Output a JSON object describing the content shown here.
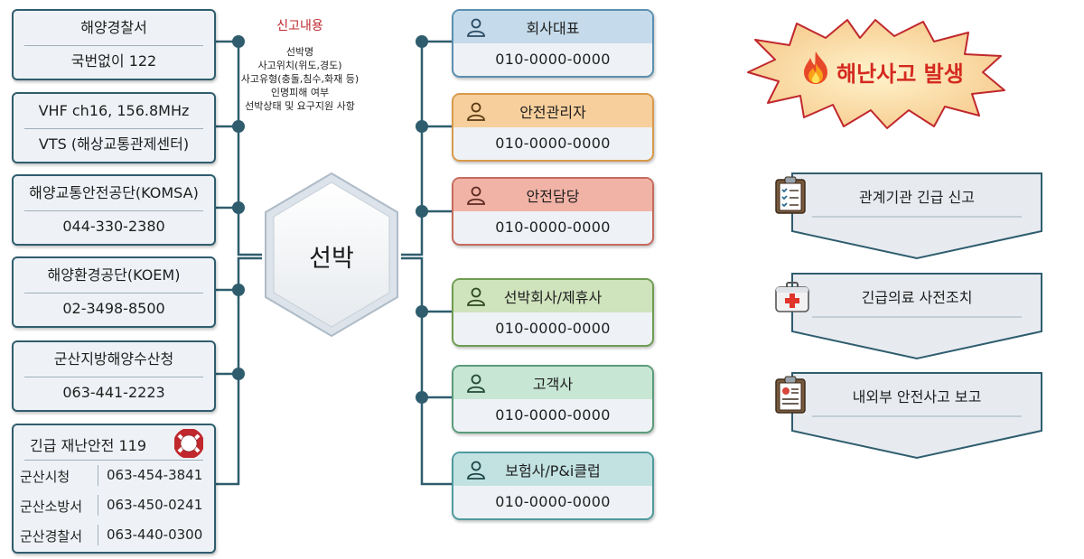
{
  "left_contacts": [
    {
      "name": "해양경찰서",
      "value": "국번없이 122"
    },
    {
      "name": "VHF ch16, 156.8MHz",
      "value": "VTS (해상교통관제센터)"
    },
    {
      "name": "해양교통안전공단(KOMSA)",
      "value": "044-330-2380"
    },
    {
      "name": "해양환경공단(KOEM)",
      "value": "02-3498-8500"
    },
    {
      "name": "군산지방해양수산청",
      "value": "063-441-2223"
    }
  ],
  "emergency": {
    "title": "긴급 재난안전 119",
    "icon": "lifebuoy-icon",
    "rows": [
      {
        "name": "군산시청",
        "value": "063-454-3841"
      },
      {
        "name": "군산소방서",
        "value": "063-450-0241"
      },
      {
        "name": "군산경찰서",
        "value": "063-440-0300"
      }
    ]
  },
  "report": {
    "title": "신고내용",
    "lines": [
      "선박명",
      "사고위치(위도,경도)",
      "사고유형(충돌,침수,화재 등)",
      "인명피해 여부",
      "선박상태 및 요구지원 사항"
    ]
  },
  "center_label": "선박",
  "right_contacts": [
    {
      "role": "회사대표",
      "number": "010-0000-0000",
      "color": "#5b8fb0",
      "fill": "#c5dbeb"
    },
    {
      "role": "안전관리자",
      "number": "010-0000-0000",
      "color": "#d89a4c",
      "fill": "#f6cf9c"
    },
    {
      "role": "안전담당",
      "number": "010-0000-0000",
      "color": "#c66b5d",
      "fill": "#f2b3a7"
    },
    {
      "role": "선박회사/제휴사",
      "number": "010-0000-0000",
      "color": "#6f9d52",
      "fill": "#cfe3bd"
    },
    {
      "role": "고객사",
      "number": "010-0000-0000",
      "color": "#5b9c7a",
      "fill": "#c7e6d3"
    },
    {
      "role": "보험사/P&i클럽",
      "number": "010-0000-0000",
      "color": "#4f9b9d",
      "fill": "#c2e2e2"
    }
  ],
  "accident": {
    "label": "해난사고 발생",
    "icon": "fire-icon",
    "color": "#d42a1f"
  },
  "steps": [
    {
      "label": "관계기관 긴급 신고",
      "icon": "checklist-icon"
    },
    {
      "label": "긴급의료 사전조치",
      "icon": "first-aid-kit-icon"
    },
    {
      "label": "내외부 안전사고 보고",
      "icon": "report-clipboard-icon"
    }
  ]
}
